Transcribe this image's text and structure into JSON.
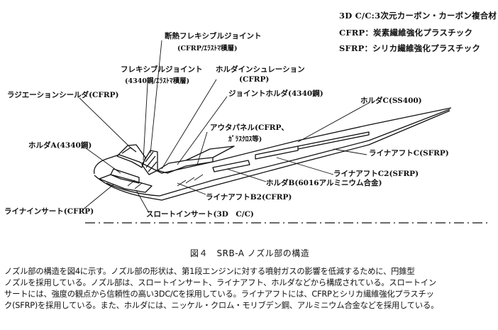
{
  "legend": {
    "line1": "3D C/C:3次元カーボン・カーボン複合材",
    "line2": "CFRP：炭素繊維強化プラスチック",
    "line3": "SFRP：シリカ繊維強化プラスチック"
  },
  "labels": {
    "danetsu_title": "断熱フレキシブルジョイント",
    "danetsu_sub": "(CFRP/ｴﾗｽﾄﾏ積層)",
    "flex_title": "フレキシブルジョイント",
    "flex_sub": "(4340鋼/ｴﾗｽﾄﾏ積層)",
    "holder_insul_title": "ホルダインシュレーション",
    "holder_insul_sub": "(CFRP)",
    "radiation_shield": "ラジエーションシールダ(CFRP)",
    "joint_holder": "ジョイントホルダ(4340鋼)",
    "holder_c": "ホルダC(SS400)",
    "outer_panel_title": "アウタパネル(CFRP、",
    "outer_panel_sub": "ｶﾞﾗｽｸﾛｽ等)",
    "holder_a": "ホルダA(4340鋼)",
    "liner_aft_c": "ライナアフトC(SFRP)",
    "liner_aft_c2": "ライナアフトC2(SFRP)",
    "holder_b": "ホルダB(6016アルミニウム合金)",
    "liner_aft_b2": "ライナアフトB2(CFRP)",
    "liner_insert": "ライナインサート(CFRP)",
    "throat_insert": "スロートインサート(3D　C/C)"
  },
  "caption": "図４　SRB-A ノズル部の構造",
  "paragraph": [
    "ノズル部の構造を図4に示す。ノズル部の形状は、第1段エンジンに対する噴射ガスの影響を低減するために、円錐型",
    "ノズルを採用している。ノズル部は、スロートインサート、ライナアフト、ホルダなどから構成されている。スロートイン",
    "サートには、強度の観点から信頼性の高い3DC/Cを採用している。ライナアフトには、CFRPとシリカ繊維強化プラスチッ",
    "ク(SFRP)を採用している。また、ホルダには、ニッケル・クロム・モリブデン鋼、アルミニウム合金などを採用している。"
  ]
}
